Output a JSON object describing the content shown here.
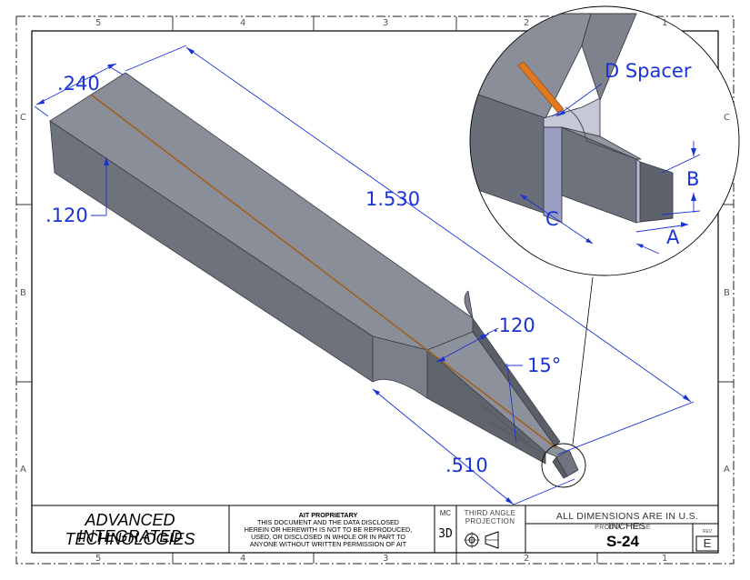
{
  "zones": {
    "columns": [
      "5",
      "4",
      "3",
      "2",
      "1"
    ],
    "rows": [
      "C",
      "B",
      "A"
    ]
  },
  "dimensions": {
    "width": ".240",
    "height": ".120",
    "length": "1.530",
    "neck_width": ".120",
    "angle": "15°",
    "taper_length": ".510"
  },
  "detail_labels": {
    "spacer": "D Spacer",
    "a": "A",
    "b": "B",
    "c": "C"
  },
  "title_block": {
    "company_line1": "ADVANCED INTEGRATED",
    "company_line2": "TECHNOLOGIES",
    "proprietary_heading": "AIT PROPRIETARY",
    "proprietary_line1": "THIS DOCUMENT AND THE DATA DISCLOSED",
    "proprietary_line2": "HEREIN OR HEREWITH IS NOT TO BE REPRODUCED,",
    "proprietary_line3": "USED, OR DISCLOSED IN WHOLE OR IN PART TO",
    "proprietary_line4": "ANYONE WITHOUT WRITTEN PERMISSION OF AIT",
    "mc_label": "MC",
    "mc_value": "3D",
    "projection_line1": "THIRD ANGLE",
    "projection_line2": "PROJECTION",
    "dimensions_note": "ALL DIMENSIONS ARE IN U.S. INCHES",
    "product_title_label": "PRODUCT TITLE",
    "product_title": "S-24",
    "rev_label": "REV",
    "rev_value": "E"
  },
  "colors": {
    "dimension": "#1a33d6",
    "part_face_top": "#8a8e99",
    "part_face_front": "#6e727d",
    "part_face_side": "#5c6069",
    "spacer": "#e07a1f",
    "border": "#000000"
  }
}
